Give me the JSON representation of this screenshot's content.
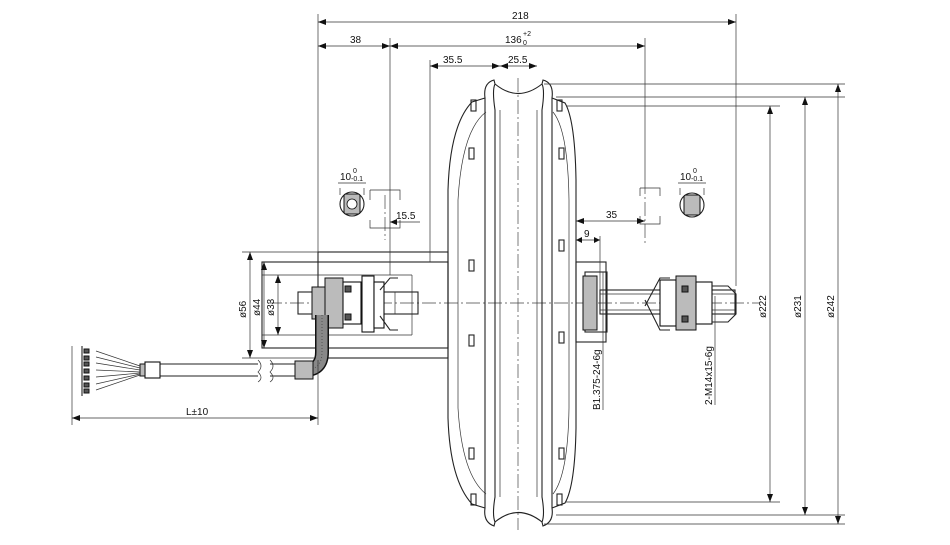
{
  "dimensions": {
    "overall_width": "218",
    "left_axle": "38",
    "stator_width": "136",
    "stator_tol_upper": "+2",
    "stator_tol_lower": "0",
    "left_flange": "35.5",
    "rim_width": "25.5",
    "left_offset": "15.5",
    "right_offset": "35",
    "thread_len": "9",
    "cable_length": "L±10"
  },
  "diameters": {
    "d56": "ø56",
    "d44": "ø44",
    "d33": "ø33",
    "d222": "ø222",
    "d231": "ø231",
    "d242": "ø242"
  },
  "threads": {
    "freewheel": "B1.375-24-6g",
    "axle": "2-M14x15-6g"
  },
  "flats": {
    "left": {
      "nominal": "10",
      "upper": "0",
      "lower": "-0.1"
    },
    "right": {
      "nominal": "10",
      "upper": "0",
      "lower": "-0.1"
    }
  }
}
